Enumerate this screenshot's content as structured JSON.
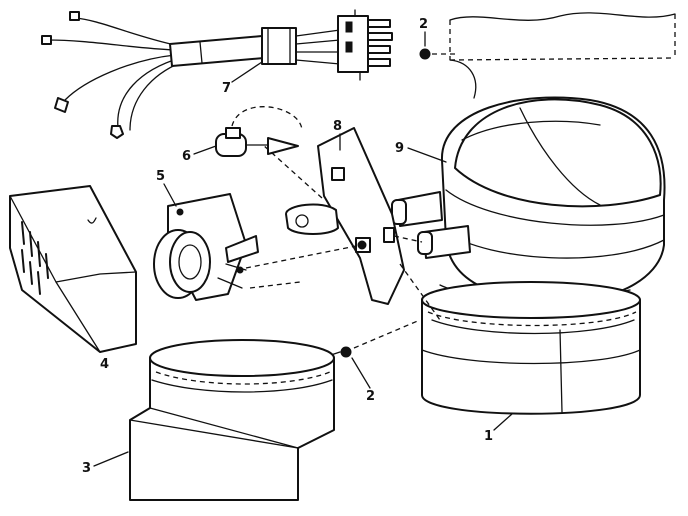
{
  "callouts": {
    "c1": "1",
    "c2a": "2",
    "c2b": "2",
    "c3": "3",
    "c4": "4",
    "c5": "5",
    "c6": "6",
    "c7": "7",
    "c8": "8",
    "c9": "9"
  }
}
